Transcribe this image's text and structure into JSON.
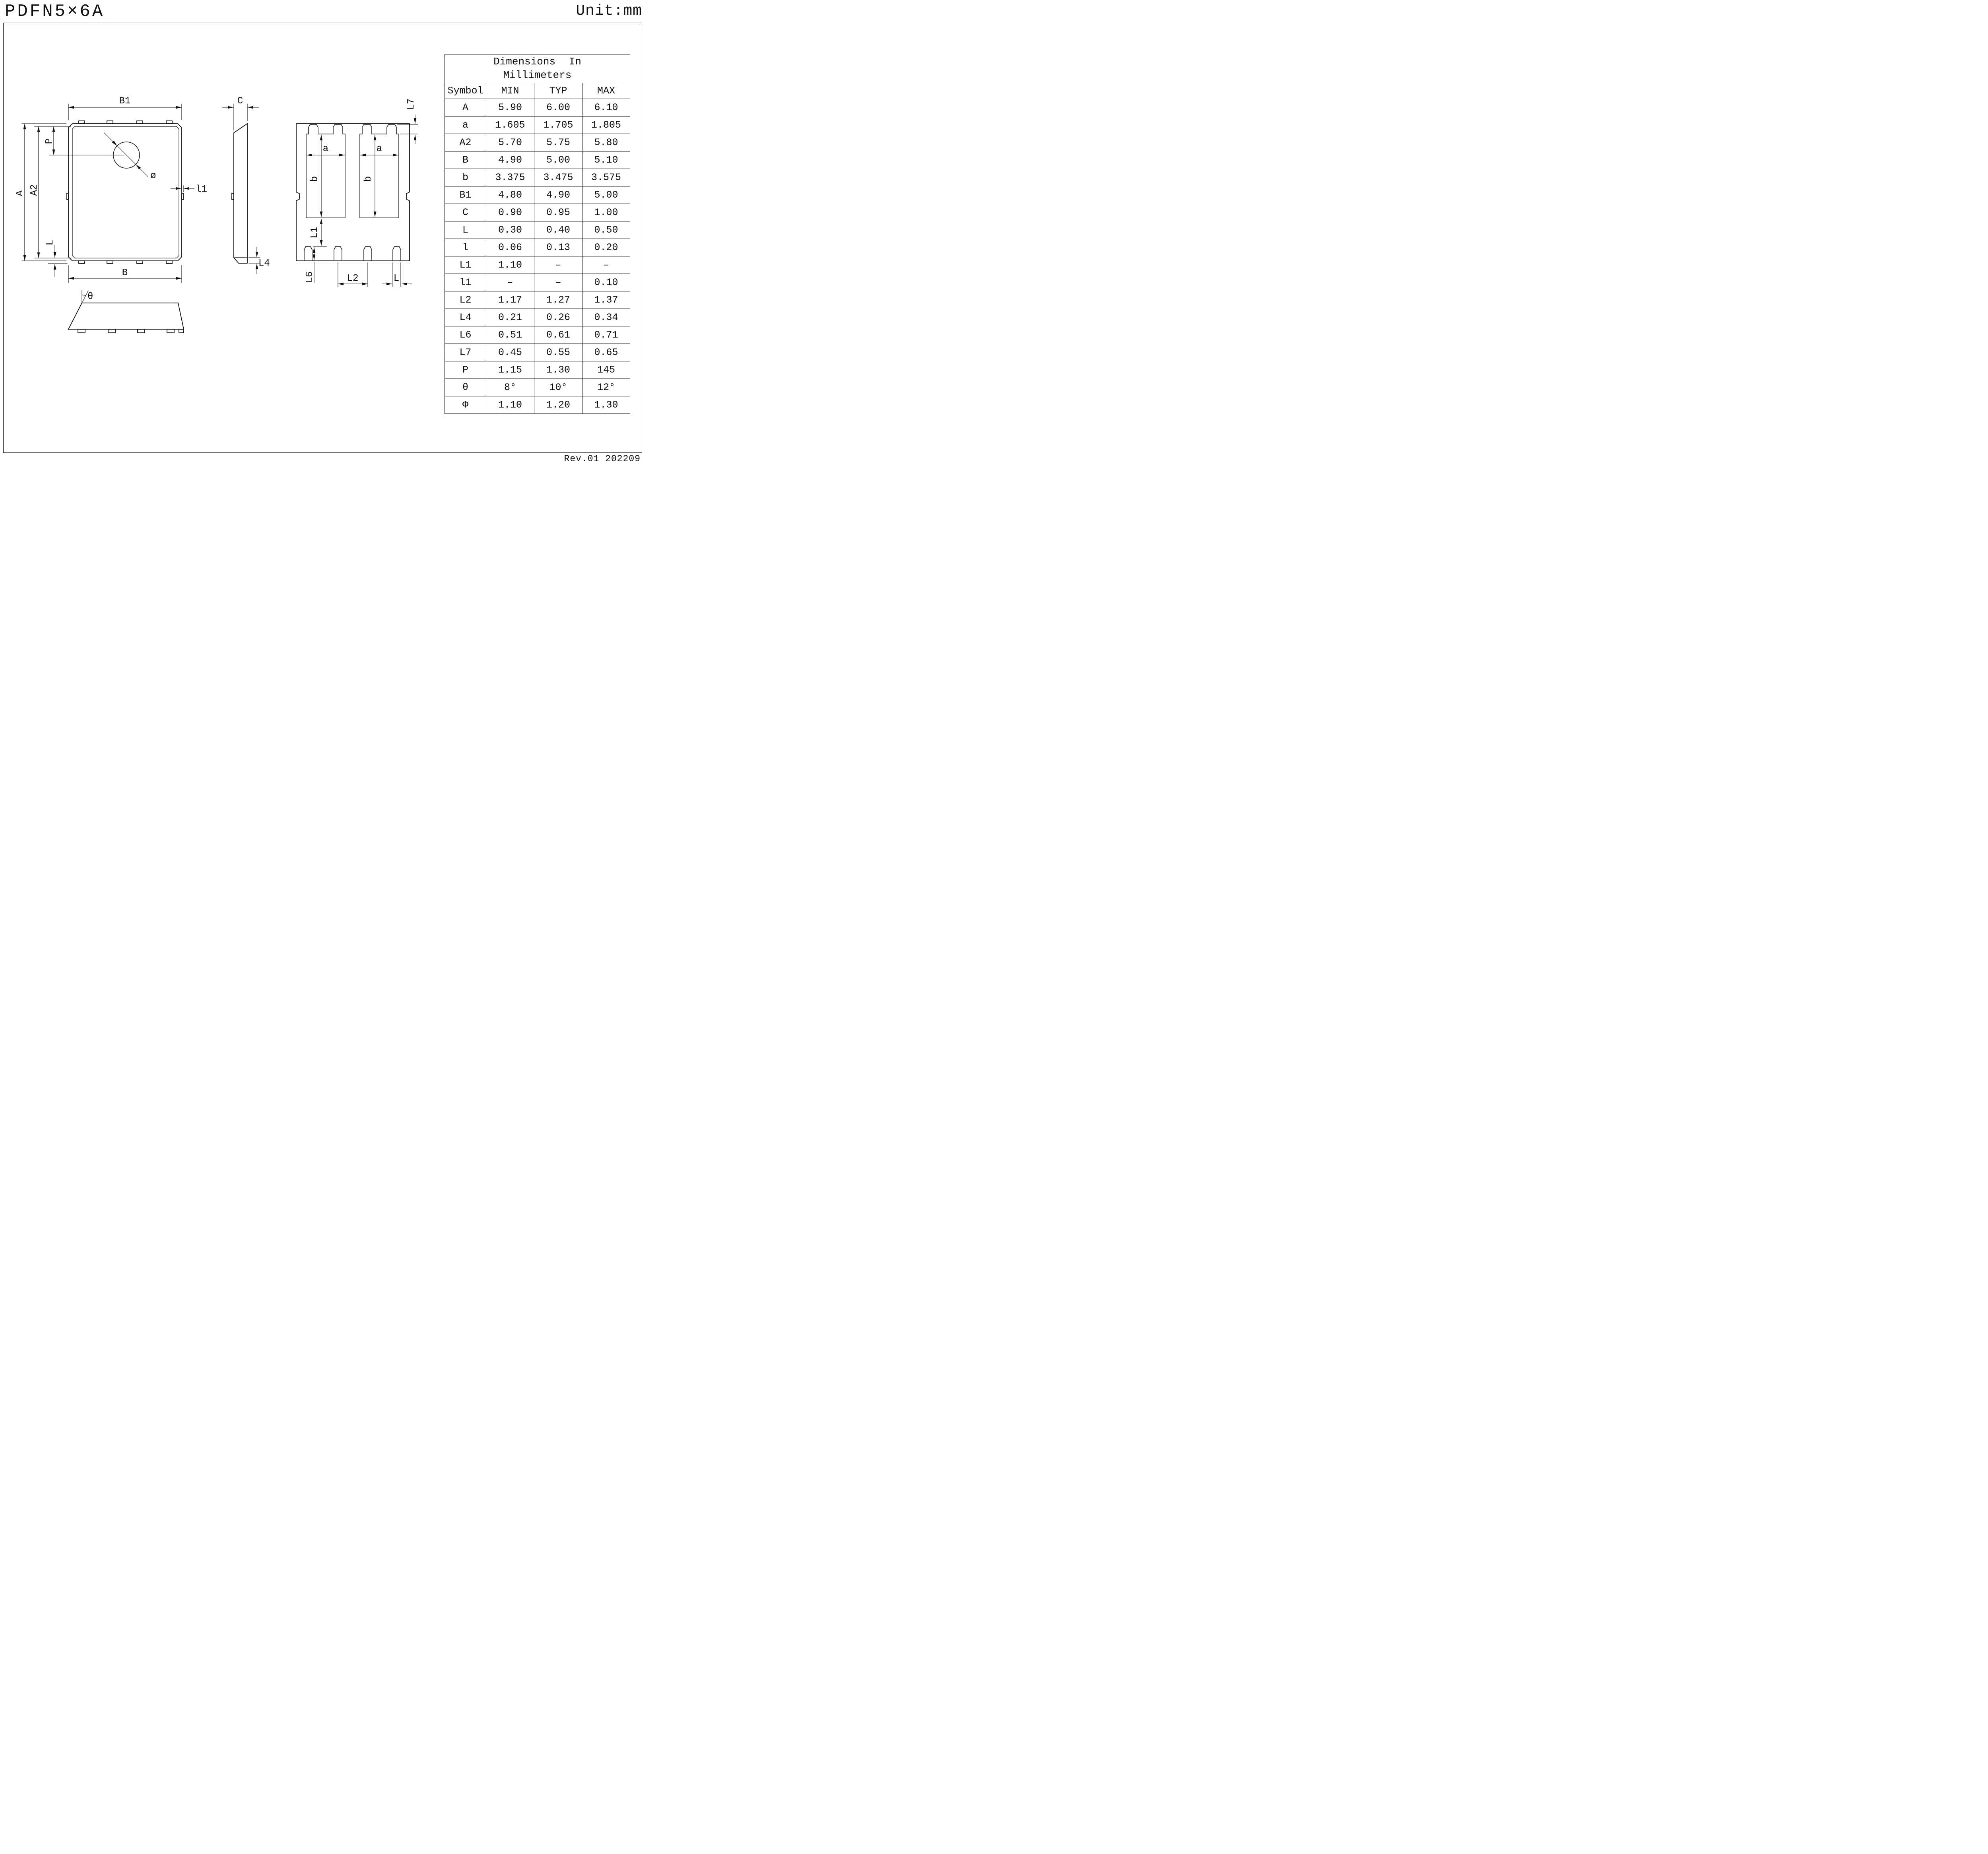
{
  "title": "PDFN5×6A",
  "unit": "Unit:mm",
  "revision": "Rev.01 202209",
  "table": {
    "title_line1": "Dimensions In",
    "title_line2": "Millimeters",
    "headers": [
      "Symbol",
      "MIN",
      "TYP",
      "MAX"
    ],
    "rows": [
      {
        "symbol": "A",
        "min": "5.90",
        "typ": "6.00",
        "max": "6.10"
      },
      {
        "symbol": "a",
        "min": "1.605",
        "typ": "1.705",
        "max": "1.805"
      },
      {
        "symbol": "A2",
        "min": "5.70",
        "typ": "5.75",
        "max": "5.80"
      },
      {
        "symbol": "B",
        "min": "4.90",
        "typ": "5.00",
        "max": "5.10"
      },
      {
        "symbol": "b",
        "min": "3.375",
        "typ": "3.475",
        "max": "3.575"
      },
      {
        "symbol": "B1",
        "min": "4.80",
        "typ": "4.90",
        "max": "5.00"
      },
      {
        "symbol": "C",
        "min": "0.90",
        "typ": "0.95",
        "max": "1.00"
      },
      {
        "symbol": "L",
        "min": "0.30",
        "typ": "0.40",
        "max": "0.50"
      },
      {
        "symbol": "l",
        "min": "0.06",
        "typ": "0.13",
        "max": "0.20"
      },
      {
        "symbol": "L1",
        "min": "1.10",
        "typ": "–",
        "max": "–"
      },
      {
        "symbol": "l1",
        "min": "–",
        "typ": "–",
        "max": "0.10"
      },
      {
        "symbol": "L2",
        "min": "1.17",
        "typ": "1.27",
        "max": "1.37"
      },
      {
        "symbol": "L4",
        "min": "0.21",
        "typ": "0.26",
        "max": "0.34"
      },
      {
        "symbol": "L6",
        "min": "0.51",
        "typ": "0.61",
        "max": "0.71"
      },
      {
        "symbol": "L7",
        "min": "0.45",
        "typ": "0.55",
        "max": "0.65"
      },
      {
        "symbol": "P",
        "min": "1.15",
        "typ": "1.30",
        "max": "145"
      },
      {
        "symbol": "θ",
        "min": "8°",
        "typ": "10°",
        "max": "12°"
      },
      {
        "symbol": "Φ",
        "min": "1.10",
        "typ": "1.20",
        "max": "1.30"
      }
    ]
  },
  "drawing": {
    "labels": {
      "B1": "B1",
      "A": "A",
      "A2": "A2",
      "P": "P",
      "phi": "ø",
      "l1": "l1",
      "L": "L",
      "B": "B",
      "C": "C",
      "L4": "L4",
      "theta": "θ",
      "a": "a",
      "b": "b",
      "L1": "L1",
      "L6": "L6",
      "L2": "L2",
      "L7": "L7"
    }
  }
}
